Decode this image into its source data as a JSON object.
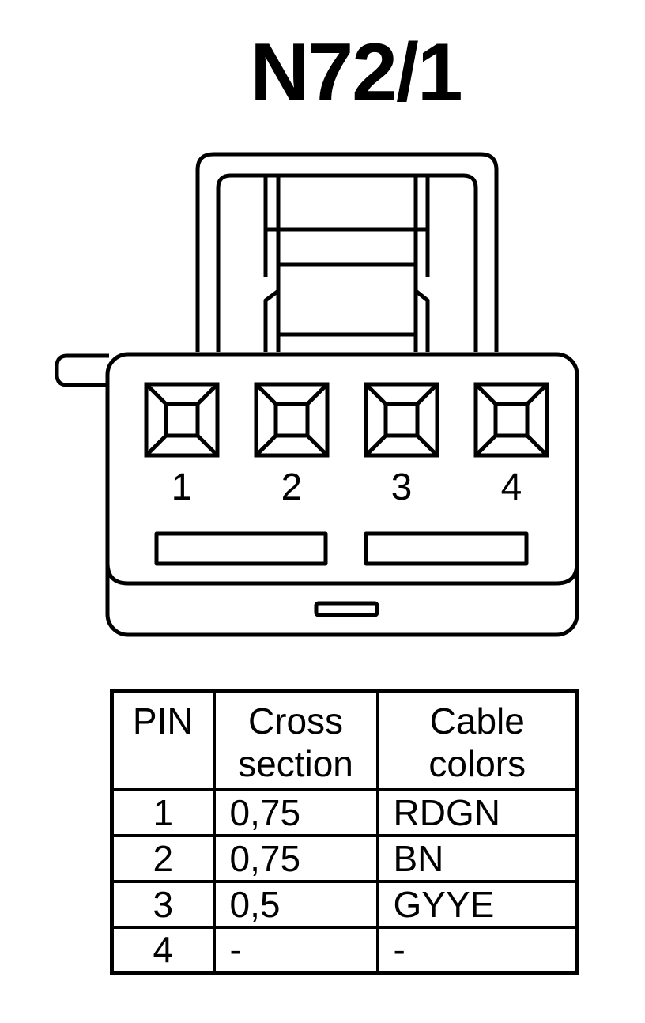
{
  "title": "N72/1",
  "connector": {
    "pins": [
      {
        "label": "1"
      },
      {
        "label": "2"
      },
      {
        "label": "3"
      },
      {
        "label": "4"
      }
    ]
  },
  "table": {
    "headers": {
      "pin": "PIN",
      "cross_section": [
        "Cross",
        "section"
      ],
      "cable_colors": [
        "Cable",
        "colors"
      ]
    },
    "rows": [
      {
        "pin": "1",
        "cross_section": "0,75",
        "cable_color": "RDGN"
      },
      {
        "pin": "2",
        "cross_section": "0,75",
        "cable_color": "BN"
      },
      {
        "pin": "3",
        "cross_section": "0,5",
        "cable_color": "GYYE"
      },
      {
        "pin": "4",
        "cross_section": "-",
        "cable_color": "-"
      }
    ]
  }
}
